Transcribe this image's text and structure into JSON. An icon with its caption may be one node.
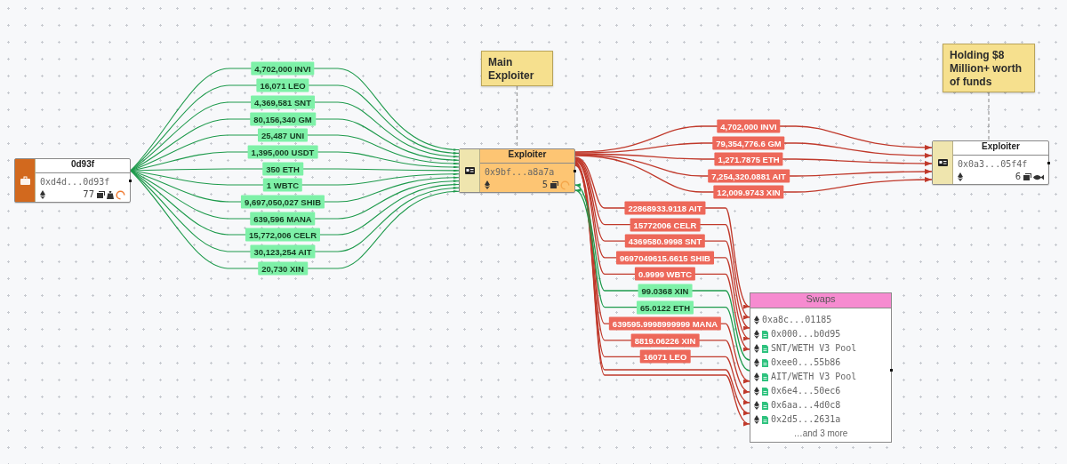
{
  "diagram": {
    "nodes": [
      {
        "text": [
          "0d93f",
          "0xd4d...0d93f",
          "77"
        ]
      },
      {
        "text": [
          "Main Exploiter"
        ]
      },
      {
        "text": [
          "Exploiter",
          "0x9bf...a8a7a",
          "5"
        ]
      },
      {
        "text": [
          "Holding $8 Million+ worth of funds"
        ]
      },
      {
        "text": [
          "Exploiter",
          "0x0a3...05f4f",
          "6"
        ]
      },
      {
        "text": [
          "Swaps",
          "0xa8c...01185",
          "0x000...b0d95",
          "SNT/WETH V3 Pool",
          "0xee0...55b86",
          "AIT/WETH V3 Pool",
          "0x6e4...50ec6",
          "0x6aa...4d0c8",
          "0x2d5...2631a",
          "…and 3 more"
        ]
      }
    ],
    "edges": [
      {
        "from": 0,
        "to": 2,
        "arrow": "to",
        "label": "4,702,000 INVI",
        "color": "#1e9a4c"
      },
      {
        "from": 0,
        "to": 2,
        "arrow": "to",
        "label": "16,071 LEO",
        "color": "#1e9a4c"
      },
      {
        "from": 0,
        "to": 2,
        "arrow": "to",
        "label": "4,369,581 SNT",
        "color": "#1e9a4c"
      },
      {
        "from": 0,
        "to": 2,
        "arrow": "to",
        "label": "80,156,340 GM",
        "color": "#1e9a4c"
      },
      {
        "from": 0,
        "to": 2,
        "arrow": "to",
        "label": "25,487 UNI",
        "color": "#1e9a4c"
      },
      {
        "from": 0,
        "to": 2,
        "arrow": "to",
        "label": "1,395,000 USDT",
        "color": "#1e9a4c"
      },
      {
        "from": 0,
        "to": 2,
        "arrow": "to",
        "label": "350 ETH",
        "color": "#1e9a4c"
      },
      {
        "from": 0,
        "to": 2,
        "arrow": "to",
        "label": "1 WBTC",
        "color": "#1e9a4c"
      },
      {
        "from": 0,
        "to": 2,
        "arrow": "to",
        "label": "9,697,050,027 SHIB",
        "color": "#1e9a4c"
      },
      {
        "from": 0,
        "to": 2,
        "arrow": "to",
        "label": "639,596 MANA",
        "color": "#1e9a4c"
      },
      {
        "from": 0,
        "to": 2,
        "arrow": "to",
        "label": "15,772,006 CELR",
        "color": "#1e9a4c"
      },
      {
        "from": 0,
        "to": 2,
        "arrow": "to",
        "label": "30,123,254 AIT",
        "color": "#1e9a4c"
      },
      {
        "from": 0,
        "to": 2,
        "arrow": "to",
        "label": "20,730 XIN",
        "color": "#1e9a4c"
      },
      {
        "from": 2,
        "to": 4,
        "arrow": "to",
        "label": "4,702,000 INVI",
        "color": "#c0392b"
      },
      {
        "from": 2,
        "to": 4,
        "arrow": "to",
        "label": "79,354,776.6 GM",
        "color": "#c0392b"
      },
      {
        "from": 2,
        "to": 4,
        "arrow": "to",
        "label": "1,271.7875 ETH",
        "color": "#c0392b"
      },
      {
        "from": 2,
        "to": 4,
        "arrow": "to",
        "label": "7,254,320.0881 AIT",
        "color": "#c0392b"
      },
      {
        "from": 2,
        "to": 4,
        "arrow": "to",
        "label": "12,009.9743 XIN",
        "color": "#c0392b"
      },
      {
        "from": 2,
        "to": 5,
        "arrow": "to",
        "label": "22868933.9118 AIT",
        "color": "#c0392b"
      },
      {
        "from": 2,
        "to": 5,
        "arrow": "to",
        "label": "15772006 CELR",
        "color": "#c0392b"
      },
      {
        "from": 2,
        "to": 5,
        "arrow": "to",
        "label": "4369580.9998 SNT",
        "color": "#c0392b"
      },
      {
        "from": 2,
        "to": 5,
        "arrow": "to",
        "label": "9697049615.6615 SHIB",
        "color": "#c0392b"
      },
      {
        "from": 2,
        "to": 5,
        "arrow": "to",
        "label": "0.9999 WBTC",
        "color": "#c0392b"
      },
      {
        "from": 2,
        "to": 5,
        "arrow": "to",
        "color": "#c0392b"
      },
      {
        "from": 2,
        "to": 5,
        "arrow": "to",
        "color": "#c0392b"
      },
      {
        "from": 2,
        "to": 5,
        "arrow": "to",
        "label": "639595.9998999999 MANA",
        "color": "#c0392b"
      },
      {
        "from": 2,
        "to": 5,
        "arrow": "to",
        "label": "8819.06226 XIN",
        "color": "#c0392b"
      },
      {
        "from": 2,
        "to": 5,
        "arrow": "to",
        "label": "16071 LEO",
        "color": "#c0392b"
      },
      {
        "from": 5,
        "to": 2,
        "arrow": "to",
        "label": "99.0368 XIN",
        "color": "#1e9a4c"
      },
      {
        "from": 5,
        "to": 2,
        "arrow": "to",
        "label": "65.0122 ETH",
        "color": "#1e9a4c"
      },
      {
        "from": 1,
        "to": 2,
        "arrow": "none",
        "style": "dashed",
        "color": "#9a9a9a"
      },
      {
        "from": 3,
        "to": 4,
        "arrow": "none",
        "style": "dashed",
        "color": "#9a9a9a"
      }
    ]
  }
}
